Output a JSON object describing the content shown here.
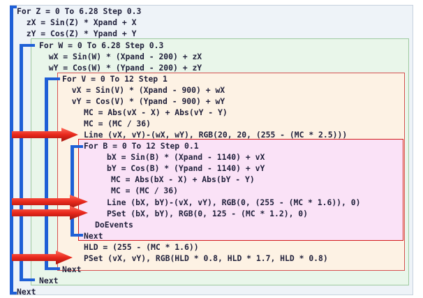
{
  "code_lines": [
    "For Z = 0 To 6.28 Step 0.3",
    "  zX = Sin(Z) * Xpand + X",
    "  zY = Cos(Z) * Ypand + Y",
    "For W = 0 To 6.28 Step 0.3",
    "  wX = Sin(W) * (Xpand - 200) + zX",
    "  wY = Cos(W) * (Ypand - 200) + zY",
    "For V = 0 To 12 Step 1",
    "  vX = Sin(V) * (Xpand - 900) + wX",
    "  vY = Cos(V) * (Ypand - 900) + wY",
    "MC = Abs(vX - X) + Abs(vY - Y)",
    "MC = (MC / 36)",
    "Line (vX, vY)-(wX, wY), RGB(20, 20, (255 - (MC * 2.5)))",
    "For B = 0 To 12 Step 0.1",
    "bX = Sin(B) * (Xpand - 1140) + vX",
    "bY = Cos(B) * (Ypand - 1140) + vY",
    "MC = Abs(bX - X) + Abs(bY - Y)",
    "MC = (MC / 36)",
    "Line (bX, bY)-(vX, vY), RGB(0, (255 - (MC * 1.6)), 0)",
    "PSet (bX, bY), RGB(0, 125 - (MC * 1.2), 0)",
    "DoEvents",
    "Next",
    "HLD = (255 - (MC * 1.6))",
    "PSet (vX, vY), RGB(HLD * 0.8, HLD * 1.7, HLD * 0.8)",
    "Next",
    "Next",
    "Next"
  ],
  "colors": {
    "loop_z_fill": "#eef3f8",
    "loop_w_fill": "#e9f6ea",
    "loop_v_fill": "#fdf2e4",
    "loop_b_fill": "#fae2f7",
    "loop_border": "#d21a1a",
    "bracket": "#1f5fd6",
    "arrow": "#e8281c",
    "text": "#1f1f3a"
  },
  "icons": {
    "arrow": "right-arrow-icon",
    "bracket": "loop-bracket"
  }
}
